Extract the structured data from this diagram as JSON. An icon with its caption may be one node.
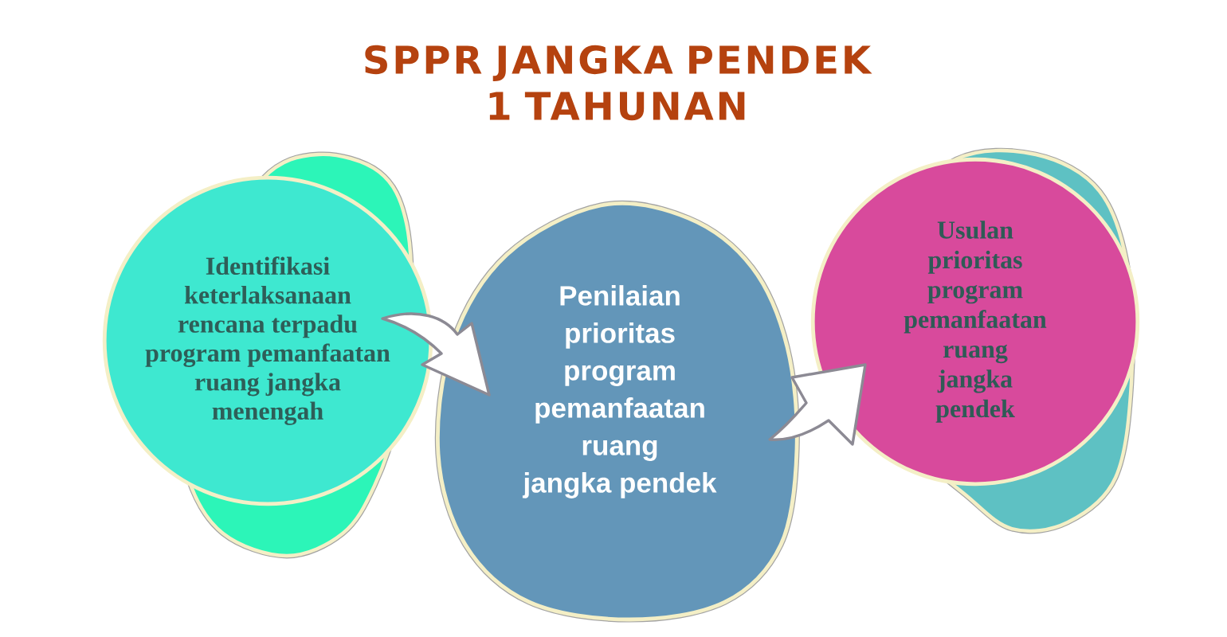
{
  "diagram": {
    "title": "SPPR JANGKA PENDEK 1 TAHUNAN",
    "nodes": [
      {
        "text": [
          "Identifikasi keterlaksanaan rencana terpadu program pemanfaatan ruang jangka menengah"
        ]
      },
      {
        "text": [
          "Penilaian prioritas program pemanfaatan ruang jangka pendek"
        ]
      },
      {
        "text": [
          "Usulan prioritas program pemanfaatan ruang jangka pendek"
        ]
      }
    ],
    "edges": [
      {
        "from": 0,
        "to": 1,
        "arrow": "to"
      },
      {
        "from": 1,
        "to": 2,
        "arrow": "to"
      }
    ]
  }
}
